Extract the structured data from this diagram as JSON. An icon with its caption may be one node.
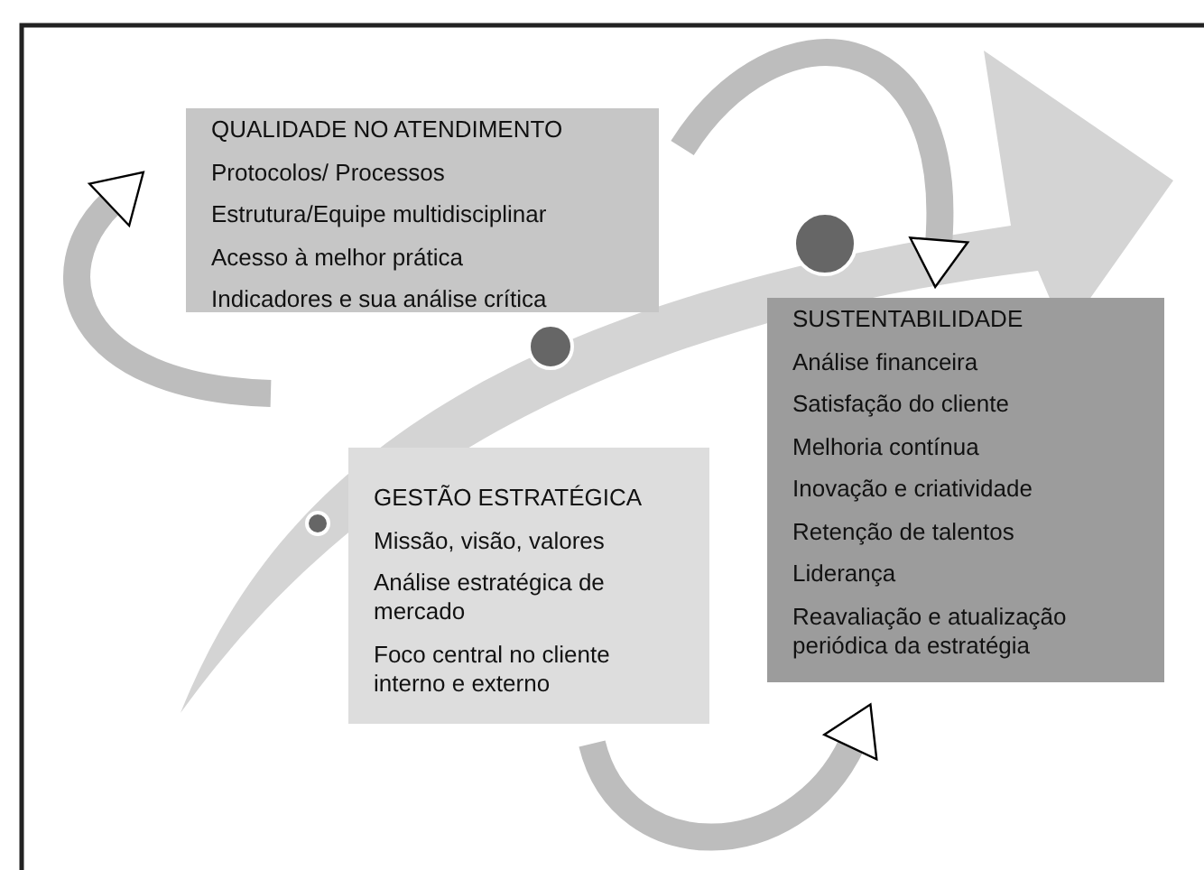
{
  "diagram": {
    "nodes": [
      {
        "text": [
          "QUALIDADE NO ATENDIMENTO",
          "Protocolos/ Processos",
          "Estrutura/Equipe multidisciplinar",
          "Acesso à melhor prática",
          "Indicadores e sua análise crítica"
        ]
      },
      {
        "text": [
          "SUSTENTABILIDADE",
          "Análise financeira",
          "Satisfação do cliente",
          "Melhoria contínua",
          "Inovação e criatividade",
          "Retenção de talentos",
          "Liderança",
          "Reavaliação e atualização periódica da estratégia"
        ]
      },
      {
        "text": [
          "GESTÃO ESTRATÉGICA",
          "Missão, visão, valores",
          "Análise estratégica de mercado",
          "Foco central no cliente interno e externo"
        ]
      },
      {
        "text": [],
        "shape": "arrow"
      }
    ],
    "edges": [
      {
        "from": null,
        "to": 0,
        "arrow": "to"
      },
      {
        "from": 0,
        "to": 1,
        "arrow": "to"
      },
      {
        "from": 2,
        "to": 1,
        "arrow": "to"
      }
    ]
  }
}
